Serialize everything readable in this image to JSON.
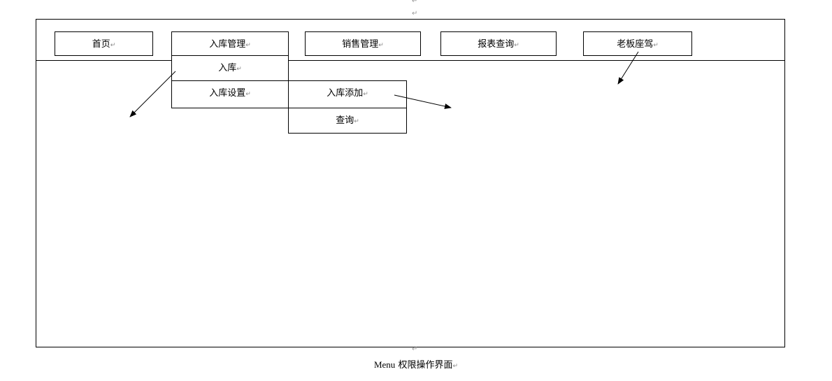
{
  "paragraph_mark": "↵",
  "nav": {
    "items": [
      {
        "label": "首页"
      },
      {
        "label": "入库管理"
      },
      {
        "label": "销售管理"
      },
      {
        "label": "报表查询"
      },
      {
        "label": "老板座驾"
      }
    ]
  },
  "dropdown": {
    "items": [
      {
        "label": "入库"
      },
      {
        "label": "入库设置"
      }
    ],
    "submenu": [
      {
        "label": "入库添加"
      },
      {
        "label": "查询"
      }
    ]
  },
  "caption": {
    "prefix": "Menu",
    "text": "权限操作界面"
  }
}
